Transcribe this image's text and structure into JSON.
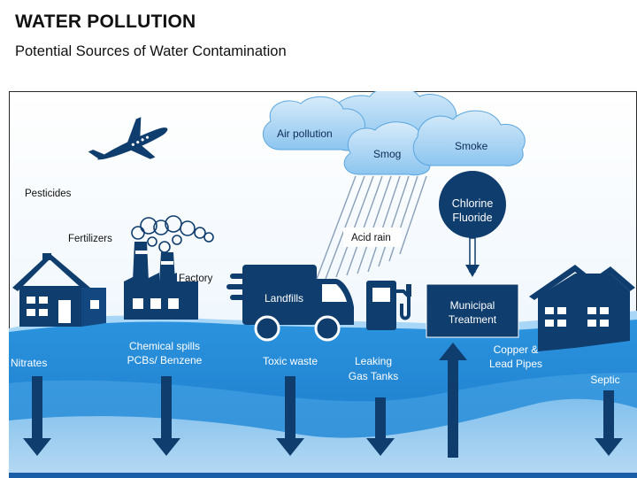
{
  "header": {
    "title": "WATER POLLUTION",
    "subtitle": "Potential Sources of Water Contamination"
  },
  "labels": {
    "pesticides": "Pesticides",
    "fertilizers": "Fertilizers",
    "factory": "Factory",
    "landfills": "Landfills",
    "air_pollution": "Air pollution",
    "smog": "Smog",
    "smoke": "Smoke",
    "acid_rain": "Acid rain",
    "chlorine": "Chlorine",
    "fluoride": "Fluoride",
    "municipal": "Municipal",
    "treatment": "Treatment",
    "nitrates": "Nitrates",
    "chemical_spills": "Chemical spills",
    "pcbs_benzene": "PCBs/ Benzene",
    "toxic_waste": "Toxic waste",
    "leaking": "Leaking",
    "gas_tanks": "Gas Tanks",
    "copper": "Copper &",
    "lead_pipes": "Lead Pipes",
    "septic": "Septic"
  },
  "colors": {
    "dark_navy": "#0f3d6e",
    "water_blue": "#1e88d6",
    "cloud_blue": "#a9d4f3",
    "accent_bar": "#1a5ea8"
  },
  "icons": [
    "airplane-icon",
    "house-icon",
    "factory-icon",
    "truck-icon",
    "gas-pump-icon",
    "cloud-icon",
    "arrow-down-icon",
    "arrow-up-icon"
  ]
}
